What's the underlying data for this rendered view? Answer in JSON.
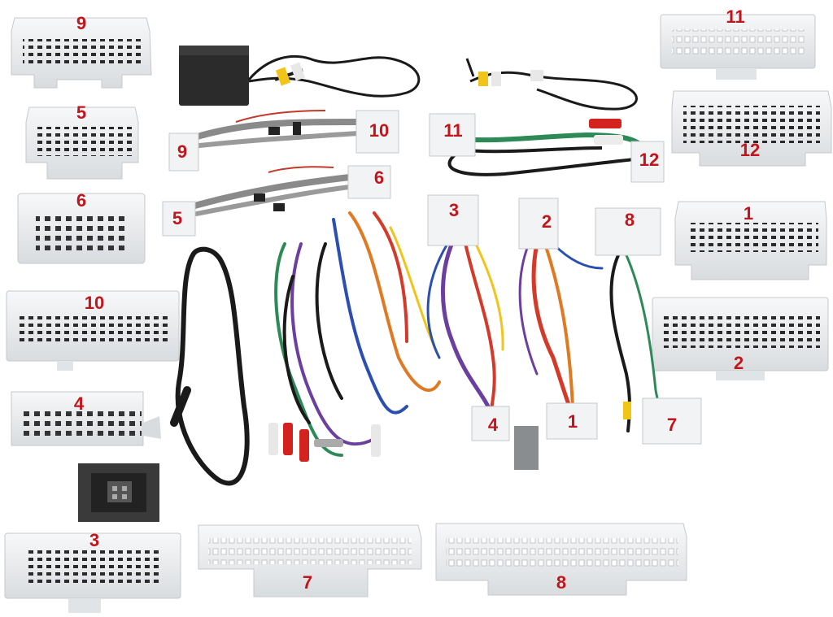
{
  "labels": {
    "conn_9": "9",
    "conn_5": "5",
    "conn_6": "6",
    "conn_10": "10",
    "conn_4": "4",
    "conn_3": "3",
    "conn_7": "7",
    "conn_8": "8",
    "conn_11": "11",
    "conn_12": "12",
    "conn_1": "1",
    "conn_2": "2",
    "harness_9": "9",
    "harness_10": "10",
    "harness_5": "5",
    "harness_6": "6",
    "harness_11": "11",
    "harness_12": "12",
    "harness_3": "3",
    "harness_2": "2",
    "harness_8": "8",
    "harness_4": "4",
    "harness_1": "1",
    "harness_7": "7"
  },
  "colors": {
    "number": "#c0151b",
    "connector": "#eceff1",
    "wire_black": "#1a1a1a",
    "wire_grey": "#8a8a8a",
    "wire_red": "#d43a2a",
    "wire_green": "#2d8a57",
    "wire_blue": "#2a4fb0",
    "wire_purple": "#6b3fa0",
    "wire_orange": "#e07a22",
    "wire_yellow": "#f0c419"
  }
}
